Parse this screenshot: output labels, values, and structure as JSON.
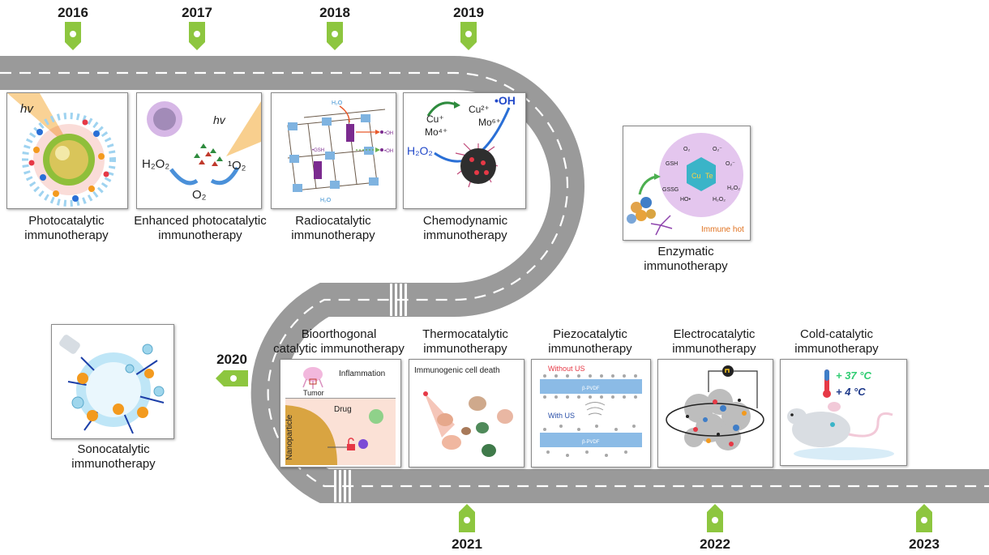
{
  "years": {
    "y2016": "2016",
    "y2017": "2017",
    "y2018": "2018",
    "y2019": "2019",
    "y2020": "2020",
    "y2021": "2021",
    "y2022": "2022",
    "y2023": "2023"
  },
  "captions": {
    "photo_1": "Photocatalytic",
    "photo_2": "immunotherapy",
    "enh_1": "Enhanced photocatalytic",
    "enh_2": "immunotherapy",
    "radio_1": "Radiocatalytic",
    "radio_2": "immunotherapy",
    "chemo_1": "Chemodynamic",
    "chemo_2": "immunotherapy",
    "enz_1": "Enzymatic",
    "enz_2": "immunotherapy",
    "sono_1": "Sonocatalytic",
    "sono_2": "immunotherapy",
    "bio_1": "Bioorthogonal",
    "bio_2": "catalytic immunotherapy",
    "thermo_1": "Thermocatalytic",
    "thermo_2": "immunotherapy",
    "piezo_1": "Piezocatalytic",
    "piezo_2": "immunotherapy",
    "electro_1": "Electrocatalytic",
    "electro_2": "immunotherapy",
    "cold_1": "Cold-catalytic",
    "cold_2": "immunotherapy"
  },
  "panels": {
    "photo": {
      "hv": "hv"
    },
    "enhanced": {
      "hv": "hv",
      "h2o2": "H₂O₂",
      "o2": "O₂",
      "singlet": "¹O₂"
    },
    "radio": {
      "h2o_top": "H₂O",
      "h2o_bottom": "H₂O",
      "oh1": "•OH",
      "oh2": "•OH",
      "gsh": "•GSH"
    },
    "chemo": {
      "cu1": "Cu⁺",
      "mo4": "Mo⁴⁺",
      "cu2": "Cu²⁺",
      "mo6": "Mo⁶⁺",
      "oh": "•OH",
      "h2o2": "H₂O₂"
    },
    "enzymatic": {
      "o2": "O₂",
      "o2minus1": "O₂⁻",
      "o2minus2": "O₂⁻",
      "gsh": "GSH",
      "gssg": "GSSG",
      "ho": "HO•",
      "h2o2a": "H₂O₂",
      "h2o2b": "H₂O₂",
      "cu": "Cu",
      "te": "Te",
      "immune_hot": "Immune hot"
    },
    "bio": {
      "inflammation": "Inflammation",
      "tumor": "Tumor",
      "drug": "Drug",
      "nanoparticle": "Nanoparticle"
    },
    "thermo": {
      "icd": "Immunogenic cell death"
    },
    "piezo": {
      "without": "Without US",
      "with": "With US",
      "pvdf1": "β-PVDF",
      "pvdf2": "β-PVDF"
    },
    "cold": {
      "hot": "+ 37 °C",
      "cold": "+ 4 °C"
    }
  },
  "colors": {
    "road": "#9a9a9a",
    "marker": "#8dc63f",
    "lane": "#ffffff"
  }
}
